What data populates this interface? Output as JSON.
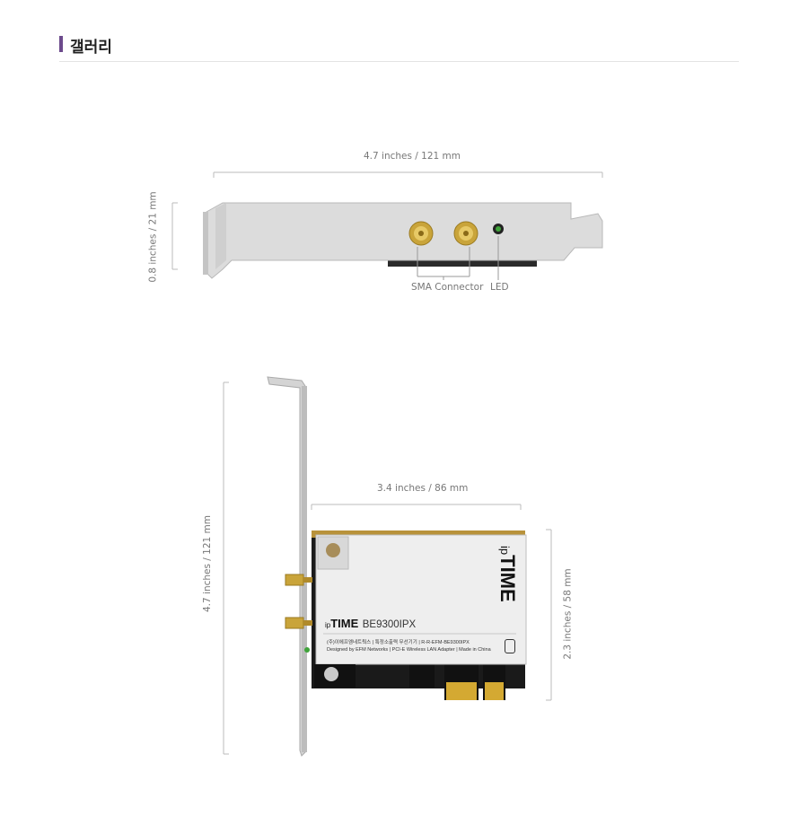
{
  "section": {
    "title": "갤러리"
  },
  "top_view": {
    "width_label": "4.7 inches / 121 mm",
    "height_label": "0.8 inches / 21 mm",
    "sma_label": "SMA Connector",
    "led_label": "LED"
  },
  "bottom_view": {
    "height_label": "4.7 inches / 121 mm",
    "width_label": "3.4 inches / 86 mm",
    "card_height_label": "2.3 inches / 58 mm",
    "brand_ip": "ip",
    "brand_time": "TIME",
    "model": "BE9300IPX",
    "label_line1_a": "(주)이에프엠네트웍스",
    "label_line1_b": "특정소출력 무선기기",
    "label_line1_c": "R-R-EFM-BE9300IPX",
    "label_line2_a": "Designed by EFM Networks",
    "label_line2_b": "PCI-E Wireless LAN Adapter",
    "label_line2_c": "Made in China"
  },
  "colors": {
    "accent": "#6c4a8c",
    "gold": "#c9a43a",
    "bracket": "#d9d9d9",
    "pcb": "#1a1a1a",
    "led": "#3fa33a"
  }
}
